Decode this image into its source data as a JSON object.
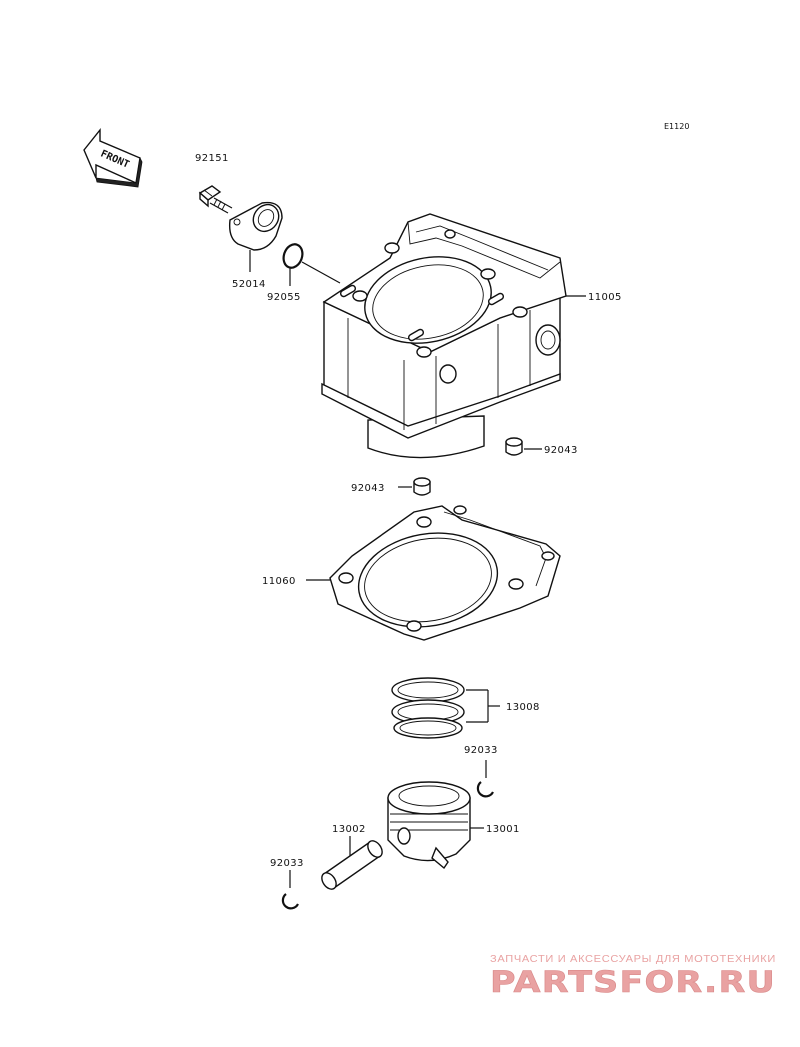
{
  "diagram_code": "E1120",
  "front_label": "FRONT",
  "parts": {
    "bolt": "92151",
    "tensioner_cover": "52014",
    "o_ring": "92055",
    "cylinder": "11005",
    "dowel_upper": "92043",
    "dowel_lower": "92043",
    "gasket": "11060",
    "piston_rings": "13008",
    "circlip_right": "92033",
    "piston": "13001",
    "piston_pin": "13002",
    "circlip_left": "92033"
  },
  "watermark": {
    "subtitle": "ЗАПЧАСТИ И АКСЕССУАРЫ ДЛЯ МОТОТЕХНИКИ",
    "brand": "PARTSFOR.RU",
    "color": "#e9a2a2"
  }
}
